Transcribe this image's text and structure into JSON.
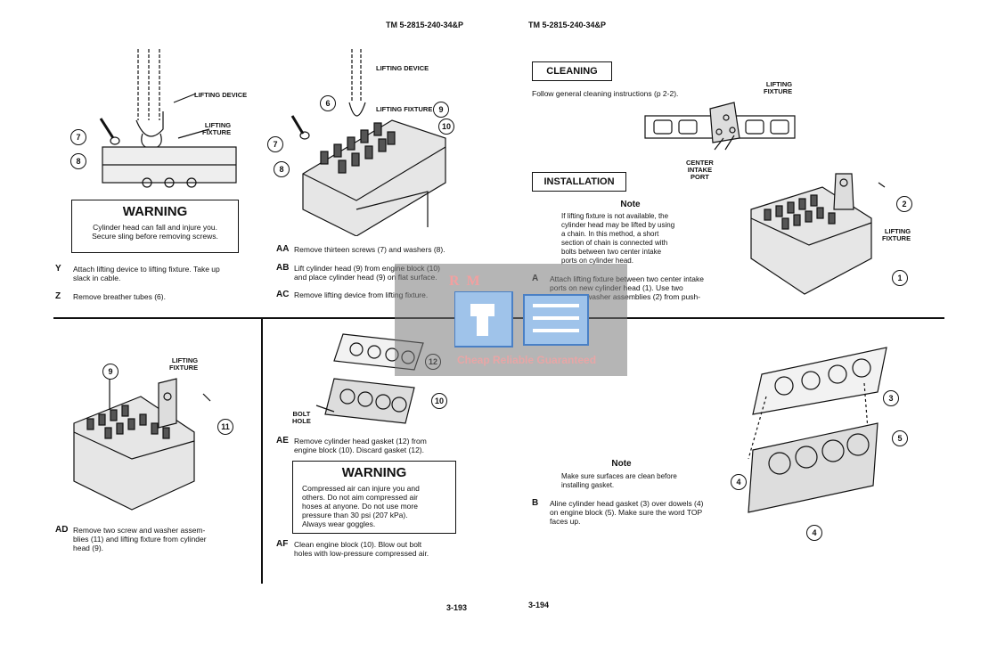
{
  "header": {
    "left": "TM 5-2815-240-34&P",
    "right": "TM 5-2815-240-34&P"
  },
  "left_top": {
    "fig1": {
      "labels": {
        "lifting_device": "LIFTING DEVICE",
        "lifting_fixture": "LIFTING\nFIXTURE"
      },
      "callouts": [
        "7",
        "8"
      ]
    },
    "warning": {
      "title": "WARNING",
      "body": "Cylinder head can fall and injure you.\nSecure sling before removing screws."
    },
    "steps": [
      {
        "label": "Y",
        "text": "Attach lifting device to lifting fixture. Take up\nslack in cable."
      },
      {
        "label": "Z",
        "text": "Remove breather tubes (6)."
      }
    ],
    "fig2": {
      "labels": {
        "lifting_device": "LIFTING DEVICE",
        "lifting_fixture": "LIFTING FIXTURE"
      },
      "callouts": [
        "6",
        "7",
        "8",
        "9",
        "10"
      ]
    },
    "steps2": [
      {
        "label": "AA",
        "text": "Remove thirteen screws (7) and washers (8)."
      },
      {
        "label": "AB",
        "text": "Lift cylinder head (9) from engine block (10)\nand place cylinder head (9) on flat surface."
      },
      {
        "label": "AC",
        "text": "Remove lifting device from lifting fixture."
      }
    ]
  },
  "right_top": {
    "cleaning": {
      "title": "CLEANING",
      "text": "Follow general cleaning instructions (p 2-2)."
    },
    "fig_gasket": {
      "labels": {
        "lifting_fixture": "LIFTING\nFIXTURE",
        "center_port": "CENTER\nINTAKE\nPORT"
      }
    },
    "installation": {
      "title": "INSTALLATION"
    },
    "note": {
      "title": "Note",
      "body": "If lifting fixture is not available, the\ncylinder head may be lifted by using\na chain. In this method, a short\nsection of chain is connected with\nbolts between two center intake\nports on cylinder head."
    },
    "step_a": {
      "label": "A",
      "text": "Attach lifting fixture between two center intake\nports on new cylinder head (1). Use two\nscrew and washer assemblies (2) from push-\nrod cover."
    },
    "fig_head": {
      "labels": {
        "lifting_fixture": "LIFTING\nFIXTURE"
      },
      "callouts": [
        "1",
        "2"
      ]
    }
  },
  "left_bottom": {
    "fig": {
      "labels": {
        "lifting_fixture": "LIFTING\nFIXTURE"
      },
      "callouts": [
        "9",
        "11"
      ]
    },
    "step_ad": {
      "label": "AD",
      "text": "Remove two screw and washer assem-\nblies (11) and lifting fixture from cylinder\nhead (9)."
    },
    "fig2": {
      "labels": {
        "bolt_hole": "BOLT\nHOLE"
      },
      "callouts": [
        "12",
        "10"
      ]
    },
    "step_ae": {
      "label": "AE",
      "text": "Remove cylinder head gasket (12) from\nengine block (10). Discard gasket (12)."
    },
    "warning": {
      "title": "WARNING",
      "body": "Compressed air can injure you and\nothers. Do not aim compressed air\nhoses at anyone. Do not use more\npressure than 30 psi (207 kPa).\nAlways wear goggles."
    },
    "step_af": {
      "label": "AF",
      "text": "Clean engine block (10). Blow out bolt\nholes with low-pressure compressed air."
    }
  },
  "right_bottom": {
    "note": {
      "title": "Note",
      "body": "Make sure surfaces are clean before\ninstalling gasket."
    },
    "step_b": {
      "label": "B",
      "text": "Aline cylinder head gasket (3) over dowels (4)\non engine block (5). Make sure the word TOP\nfaces up."
    },
    "fig": {
      "callouts": [
        "3",
        "4",
        "5",
        "4"
      ]
    }
  },
  "footer": {
    "left_page": "3-193",
    "right_page": "3-194"
  },
  "watermark": {
    "brand": "R M",
    "slogan": "Cheap Reliable Guaranteed"
  }
}
